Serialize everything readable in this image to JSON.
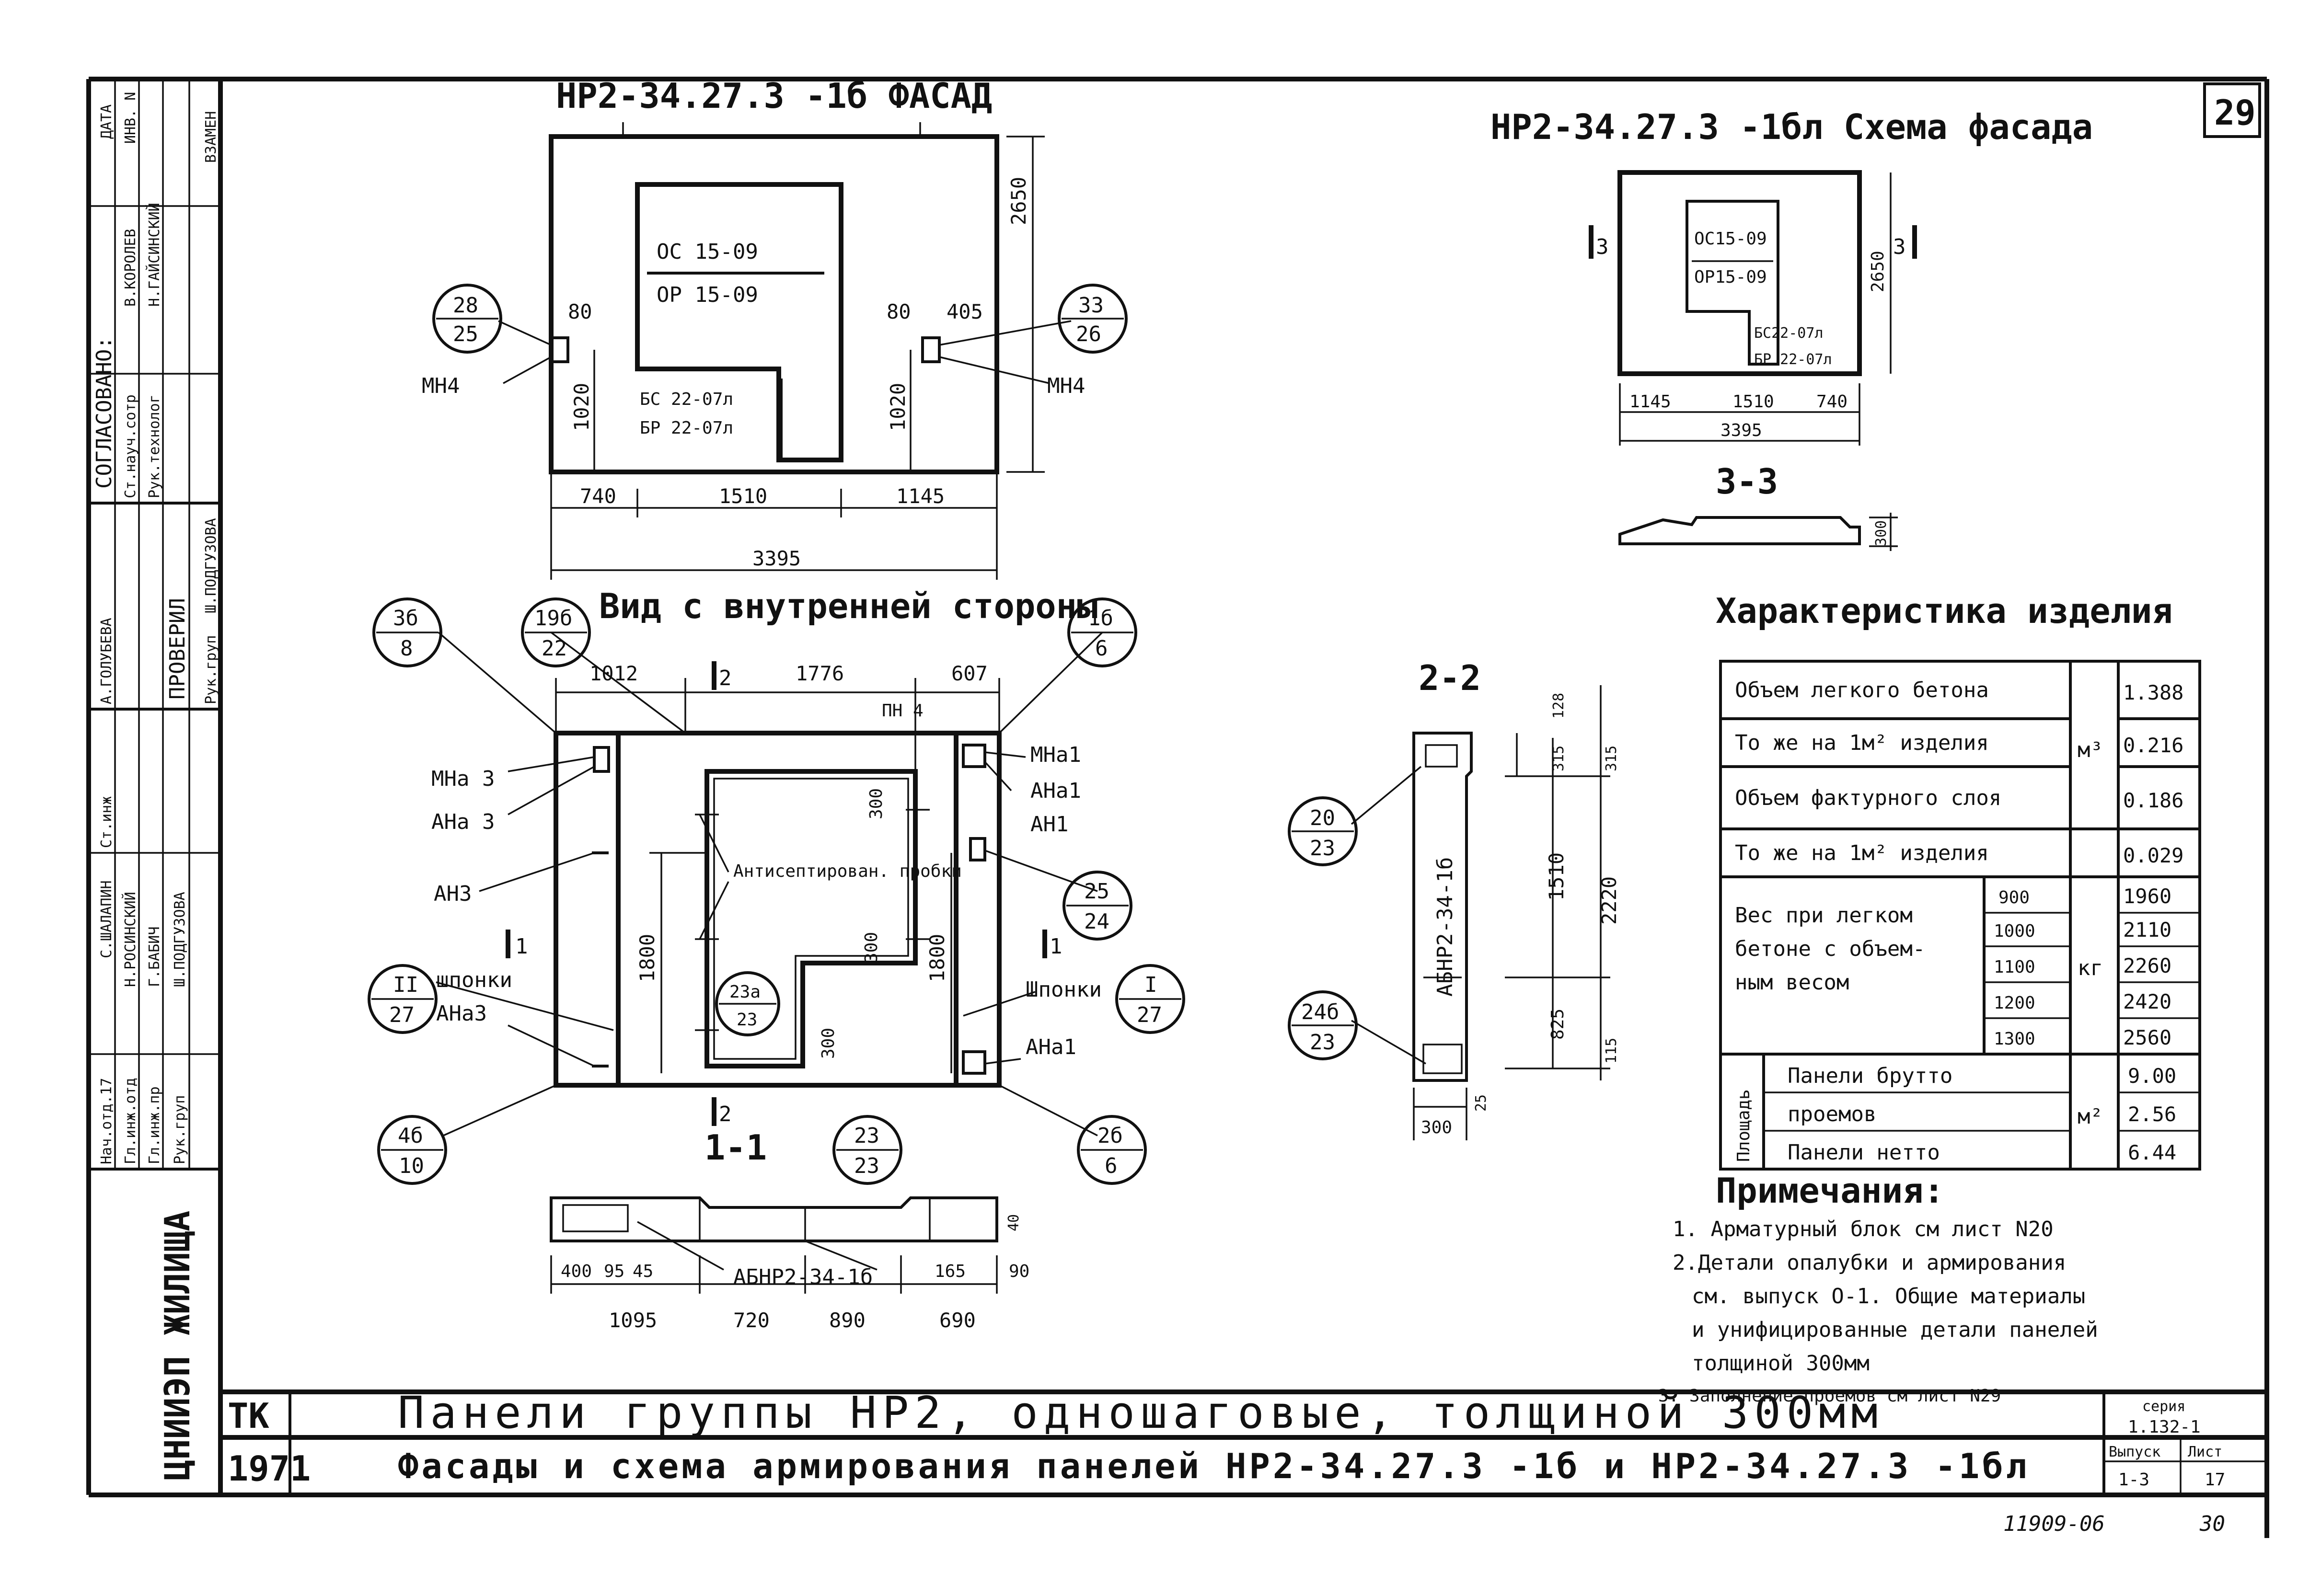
{
  "sheet": {
    "page_number": "29",
    "bottom_number": "11909-06",
    "bottom_page": "30",
    "series_label": "серия",
    "series_value": "1.132-1",
    "issue_label": "Выпуск",
    "issue_value": "1-3",
    "sheet_label": "Лист",
    "sheet_value": "17",
    "tk": "ТК",
    "year": "1971",
    "title_line1": "Панели группы НР2, одношаговые, толщиной 300мм",
    "title_line2": "Фасады и схема армирования панелей НР2-34.27.3 -1б и НР2-34.27.3 -1бл",
    "org": "ЦНИИЭП ЖИЛИЩА"
  },
  "stamp": {
    "soglasovano": "СОГЛАСОВАНО:",
    "proveril": "ПРОВЕРИЛ",
    "data": "ДАТА",
    "inv": "ИНВ. N",
    "vzamen": "ВЗАМЕН",
    "rows_top": [
      "Ст.науч.сотр",
      "Рук.технолог",
      "В.КОРОЛЕВ",
      "Н.ГАЙСИНСКИЙ"
    ],
    "rows_mid": [
      "Рук.груп",
      "А.ГОЛУБЕВА",
      "Ш.ПОДГУЗОВА"
    ],
    "rows_left": [
      "Нач.отд.17",
      "Гл.инж.отд",
      "Гл.инж.пр",
      "Рук.груп",
      "Ст.инж",
      "Н.РОСИНСКИЙ",
      "Г.БАБИЧ",
      "Ш.ПОДГУЗОВА",
      "С.ШАЛАПИН"
    ]
  },
  "facade": {
    "title": "НР2-34.27.3 -1б ФАСАД",
    "window1": "ОС 15-09",
    "window2": "ОР 15-09",
    "door1": "БС 22-07л",
    "door2": "БР 22-07л",
    "mark_left": "МН4",
    "mark_right": "МН4",
    "circle_left_top": "28",
    "circle_left_bottom": "25",
    "circle_right_top": "33",
    "circle_right_bottom": "26",
    "dims": [
      "80",
      "80",
      "405",
      "2650",
      "1020",
      "1020",
      "740",
      "1510",
      "1145",
      "3395"
    ]
  },
  "scheme": {
    "title": "НР2-34.27.3 -1бл Схема фасада",
    "window1": "ОС15-09",
    "window2": "ОР15-09",
    "door1": "БС22-07л",
    "door2": "БР 22-07л",
    "cut": "3",
    "dims": [
      "2650",
      "1145",
      "1510",
      "740",
      "3395",
      "300"
    ],
    "section_label": "3-3"
  },
  "inner": {
    "title": "Вид с внутренней стороны",
    "dims": [
      "1012",
      "1776",
      "607",
      "1800",
      "1800",
      "300",
      "300",
      "300"
    ],
    "labels": {
      "pn4": "ПН 4",
      "mna3": "МНа 3",
      "ana3": "АНа 3",
      "an3": "АН3",
      "shponki_l": "шпонки",
      "ana3b": "АНа3",
      "mna1": "МНа1",
      "ana1": "АНа1",
      "an1": "АН1",
      "antisept": "Антисептирован. пробки",
      "shponki_r": "Шпонки",
      "ana1b": "АНа1",
      "cut1": "1",
      "cut2": "2"
    },
    "circles": [
      {
        "top": "3б",
        "bottom": "8"
      },
      {
        "top": "19б",
        "bottom": "22"
      },
      {
        "top": "1б",
        "bottom": "6"
      },
      {
        "top": "25",
        "bottom": "24"
      },
      {
        "top": "II",
        "bottom": "27"
      },
      {
        "top": "I",
        "bottom": "27"
      },
      {
        "top": "23а",
        "bottom": "23"
      },
      {
        "top": "4б",
        "bottom": "10"
      },
      {
        "top": "23",
        "bottom": "23"
      },
      {
        "top": "2б",
        "bottom": "6"
      }
    ]
  },
  "section11": {
    "label": "1-1",
    "block": "АБНР2-34-1б",
    "dims_top": [
      "400",
      "95",
      "45",
      "165",
      "90",
      "40"
    ],
    "dims_bottom": [
      "1095",
      "720",
      "890",
      "690"
    ]
  },
  "section22": {
    "label": "2-2",
    "block": "АБНР2-34-1б",
    "circle1": {
      "top": "20",
      "bottom": "23"
    },
    "circle2": {
      "top": "24б",
      "bottom": "23"
    },
    "dims": [
      "128",
      "315",
      "315",
      "1510",
      "2220",
      "825",
      "115",
      "25",
      "300"
    ]
  },
  "characteristics": {
    "title": "Характеристика изделия",
    "rows": [
      {
        "label": "Объем легкого бетона",
        "unit": "м³",
        "value": "1.388"
      },
      {
        "label": "То же на 1м² изделия",
        "unit": "",
        "value": "0.216"
      },
      {
        "label": "Объем фактурного слоя",
        "unit": "",
        "value": "0.186"
      },
      {
        "label": "То же на 1м² изделия",
        "unit": "",
        "value": "0.029"
      }
    ],
    "weight_label": [
      "Вес при легком",
      "бетоне с объем-",
      "ным весом"
    ],
    "weight_unit": "кг",
    "weights": [
      {
        "density": "900",
        "value": "1960"
      },
      {
        "density": "1000",
        "value": "2110"
      },
      {
        "density": "1100",
        "value": "2260"
      },
      {
        "density": "1200",
        "value": "2420"
      },
      {
        "density": "1300",
        "value": "2560"
      }
    ],
    "area_label": "Площадь",
    "area_unit": "м²",
    "areas": [
      {
        "label": "Панели брутто",
        "value": "9.00"
      },
      {
        "label": "проемов",
        "value": "2.56"
      },
      {
        "label": "Панели нетто",
        "value": "6.44"
      }
    ]
  },
  "notes": {
    "title": "Примечания:",
    "items": [
      "1. Арматурный блок см лист N20",
      "2.Детали опалубки и армирования",
      "см. выпуск О-1. Общие материалы",
      "и унифицированные детали панелей",
      "толщиной 300мм",
      "3. Заполнение проемов см лист N29"
    ]
  }
}
